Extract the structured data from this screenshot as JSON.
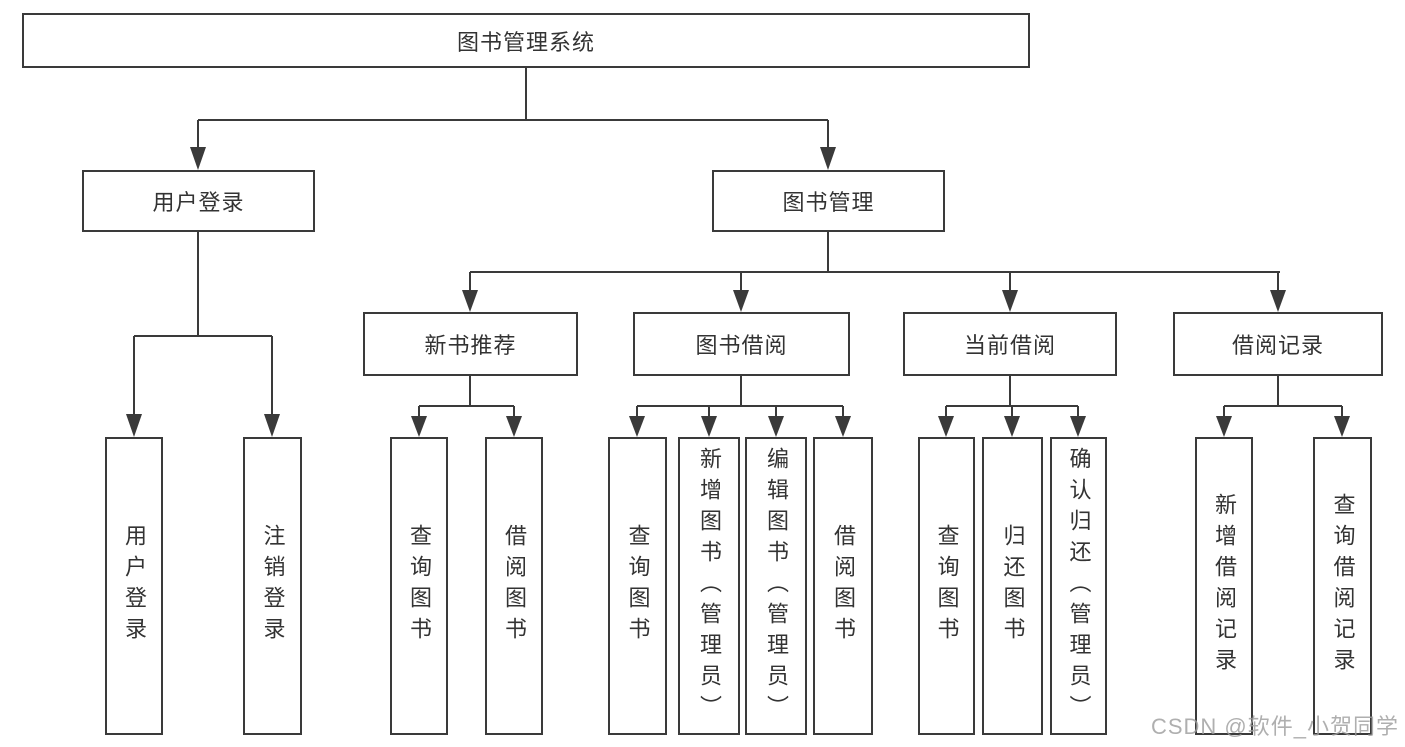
{
  "title": "图书管理系统",
  "watermark": {
    "text": "CSDN @软件_小贺同学"
  },
  "colors": {
    "line": "#3a3a3a",
    "border": "#3a3a3a",
    "text": "#333333",
    "background": "#ffffff",
    "watermark": "#9e9e9e"
  },
  "tree": {
    "root": {
      "label": "图书管理系统",
      "children": [
        {
          "label": "用户登录",
          "children": [
            {
              "label": "用户登录"
            },
            {
              "label": "注销登录"
            }
          ]
        },
        {
          "label": "图书管理",
          "children": [
            {
              "label": "新书推荐",
              "children": [
                {
                  "label": "查询图书"
                },
                {
                  "label": "借阅图书"
                }
              ]
            },
            {
              "label": "图书借阅",
              "children": [
                {
                  "label": "查询图书"
                },
                {
                  "label": "新增图书（管理员）"
                },
                {
                  "label": "编辑图书（管理员）"
                },
                {
                  "label": "借阅图书"
                }
              ]
            },
            {
              "label": "当前借阅",
              "children": [
                {
                  "label": "查询图书"
                },
                {
                  "label": "归还图书"
                },
                {
                  "label": "确认归还（管理员）"
                }
              ]
            },
            {
              "label": "借阅记录",
              "children": [
                {
                  "label": "新增借阅记录"
                },
                {
                  "label": "查询借阅记录"
                }
              ]
            }
          ]
        }
      ]
    }
  }
}
